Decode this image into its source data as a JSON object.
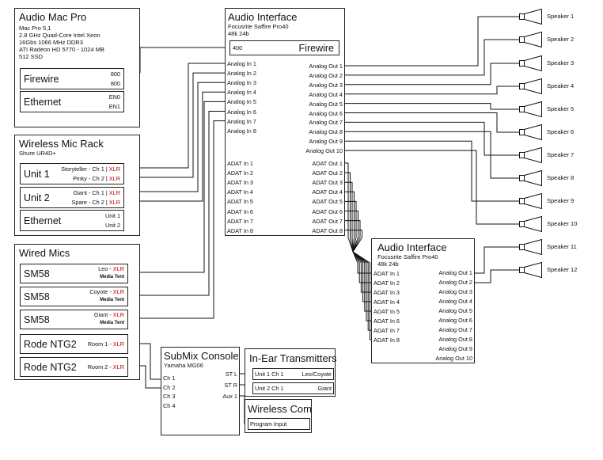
{
  "mac": {
    "title": "Audio Mac Pro",
    "specs": [
      "Mac Pro 5,1",
      "2.8 GHz Quad-Core Intel Xeon",
      "16Gbs 1066 MHz DDR3",
      "ATI Radeon HD 5770 - 1024 MB",
      "512 SSD"
    ],
    "firewire_label": "Firewire",
    "firewire_ports": [
      "800",
      "800"
    ],
    "ethernet_label": "Ethernet",
    "ethernet_ports": [
      "EN0",
      "EN1"
    ]
  },
  "wireless_rack": {
    "title": "Wireless Mic Rack",
    "model": "Shure UR4D+",
    "unit1_label": "Unit 1",
    "unit1_ch": [
      "Storyteller - Ch 1",
      "Pinky - Ch 2"
    ],
    "unit2_label": "Unit 2",
    "unit2_ch": [
      "Giant - Ch 1",
      "Spare - Ch 2"
    ],
    "xlr": "XLR",
    "sep": "|",
    "ethernet_label": "Ethernet",
    "ethernet_ports": [
      "Unit 1",
      "Unit 2"
    ]
  },
  "wired_mics": {
    "title": "Wired Mics",
    "sm58": [
      {
        "label": "SM58",
        "who": "Leo - ",
        "note": "Media Tent"
      },
      {
        "label": "SM58",
        "who": "Coyote - ",
        "note": "Media Tent"
      },
      {
        "label": "SM58",
        "who": "Giant - ",
        "note": "Media Tent"
      }
    ],
    "ntg": [
      {
        "label": "Rode NTG2",
        "who": "Room 1 - "
      },
      {
        "label": "Rode NTG2",
        "who": "Room 2 - "
      }
    ],
    "xlr": "XLR"
  },
  "interface1": {
    "title": "Audio Interface",
    "model": "Focusrite Saffire Pro40",
    "rate": "48k 24b",
    "fw_port": "400",
    "fw_label": "Firewire",
    "analog_in": [
      "Analog In 1",
      "Analog In 2",
      "Analog In 3",
      "Analog In 4",
      "Analog In 5",
      "Analog In 6",
      "Analog In 7",
      "Analog In 8"
    ],
    "analog_out": [
      "Analog Out 1",
      "Analog Out 2",
      "Analog Out 3",
      "Analog Out 4",
      "Analog Out 5",
      "Analog Out 6",
      "Analog Out 7",
      "Analog Out 8",
      "Analog Out 9",
      "Analog Out 10"
    ],
    "adat_in": [
      "ADAT In 1",
      "ADAT In 2",
      "ADAT In 3",
      "ADAT In 4",
      "ADAT In 5",
      "ADAT In 6",
      "ADAT In 7",
      "ADAT In 8"
    ],
    "adat_out": [
      "ADAT Out 1",
      "ADAT Out 2",
      "ADAT Out 3",
      "ADAT Out 4",
      "ADAT Out 5",
      "ADAT Out 6",
      "ADAT Out 7",
      "ADAT Out 8"
    ]
  },
  "interface2": {
    "title": "Audio Interface",
    "model": "Focusrite Saffire Pro40",
    "rate": "48k 24b",
    "adat_in": [
      "ADAT In 1",
      "ADAT In 2",
      "ADAT In 3",
      "ADAT In 4",
      "ADAT In 5",
      "ADAT In 6",
      "ADAT In 7",
      "ADAT In 8"
    ],
    "analog_out": [
      "Analog Out 1",
      "Analog Out 2",
      "Analog Out 3",
      "Analog Out 4",
      "Analog Out 5",
      "Analog Out 6",
      "Analog Out 7",
      "Analog Out 8",
      "Analog Out 9",
      "Analog Out 10"
    ]
  },
  "submix": {
    "title": "SubMix Console",
    "model": "Yamaha MG06",
    "inputs": [
      "Ch 1",
      "Ch 2",
      "Ch 3",
      "Ch 4"
    ],
    "outputs": [
      "ST L",
      "ST R",
      "Aux 1"
    ]
  },
  "inear": {
    "title": "In-Ear Transmitters",
    "rows": [
      {
        "unit": "Unit 1 Ch 1",
        "who": "Leo/Coyote"
      },
      {
        "unit": "Unit 2 Ch 1",
        "who": "Giant"
      }
    ]
  },
  "wireless_com": {
    "title": "Wireless Com",
    "input": "Program Input"
  },
  "speakers": [
    "Speaker 1",
    "Speaker 2",
    "Speaker 3",
    "Speaker 4",
    "Speaker 5",
    "Speaker 6",
    "Speaker 7",
    "Speaker 8",
    "Speaker 9",
    "Speaker 10",
    "Speaker 11",
    "Speaker 12"
  ],
  "colors": {
    "xlr": "#c00000",
    "line": "#111111"
  }
}
